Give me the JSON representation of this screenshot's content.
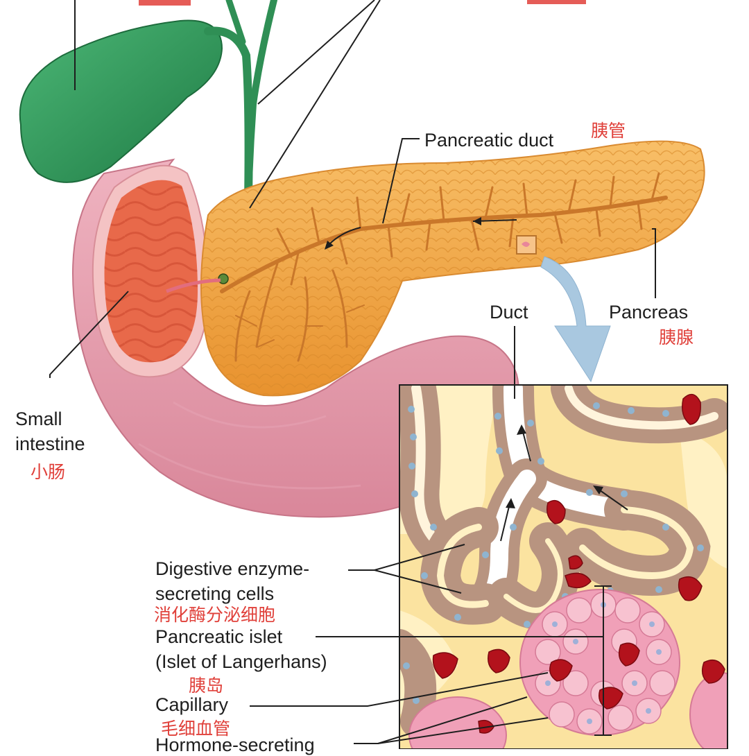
{
  "labels": {
    "pancreatic_duct": "Pancreatic duct",
    "pancreatic_duct_zh": "胰管",
    "duct": "Duct",
    "pancreas": "Pancreas",
    "pancreas_zh": "胰腺",
    "small_intestine_1": "Small",
    "small_intestine_2": "intestine",
    "small_intestine_zh": "小肠",
    "digestive_1": "Digestive enzyme-",
    "digestive_2": "secreting cells",
    "digestive_zh": "消化酶分泌细胞",
    "islet_1": "Pancreatic islet",
    "islet_2": "(Islet of Langerhans)",
    "islet_zh": "胰岛",
    "capillary": "Capillary",
    "capillary_zh": "毛细血管",
    "hormone": "Hormone-secreting"
  },
  "colors": {
    "gallbladder": "#2f9a5a",
    "pancreas": "#f3a845",
    "intestine": "#e9a1b0",
    "intestine_inner": "#e8694a",
    "duct_line": "#c9772a",
    "inset_bg": "#fbe3a0",
    "acinar_cell": "#b89480",
    "islet": "#f0a0b8",
    "capillary": "#b3121c",
    "arrow_blue": "#a9c8e0",
    "chinese_text": "#e0403a"
  }
}
